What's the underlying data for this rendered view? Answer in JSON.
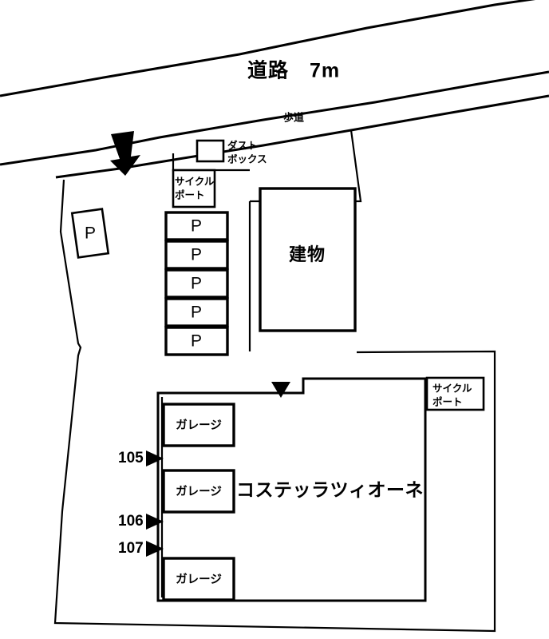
{
  "diagram": {
    "kind": "property-site-plan",
    "background_color": "#ffffff",
    "line_color": "#000000"
  },
  "labels": {
    "road": "道路　7m",
    "sidewalk": "歩道",
    "dust_box_line1": "ダスト",
    "dust_box_line2": "ボックス",
    "cycle_port_top_line1": "サイクル",
    "cycle_port_top_line2": "ポート",
    "cycle_port_right_line1": "サイクル",
    "cycle_port_right_line2": "ポート",
    "building": "建物",
    "property_name": "コステッラツィオーネ",
    "street_parking": "P"
  },
  "parking_spaces": [
    {
      "label": "P"
    },
    {
      "label": "P"
    },
    {
      "label": "P"
    },
    {
      "label": "P"
    },
    {
      "label": "P"
    }
  ],
  "garages": [
    {
      "label": "ガレージ"
    },
    {
      "label": "ガレージ"
    },
    {
      "label": "ガレージ"
    }
  ],
  "unit_markers": [
    {
      "number": "105",
      "marker": "▶"
    },
    {
      "number": "106",
      "marker": "▶"
    },
    {
      "number": "107",
      "marker": "▶"
    }
  ],
  "markers": {
    "entrance_arrow": "down-arrow",
    "building_entrance_triangle": "down-triangle"
  }
}
